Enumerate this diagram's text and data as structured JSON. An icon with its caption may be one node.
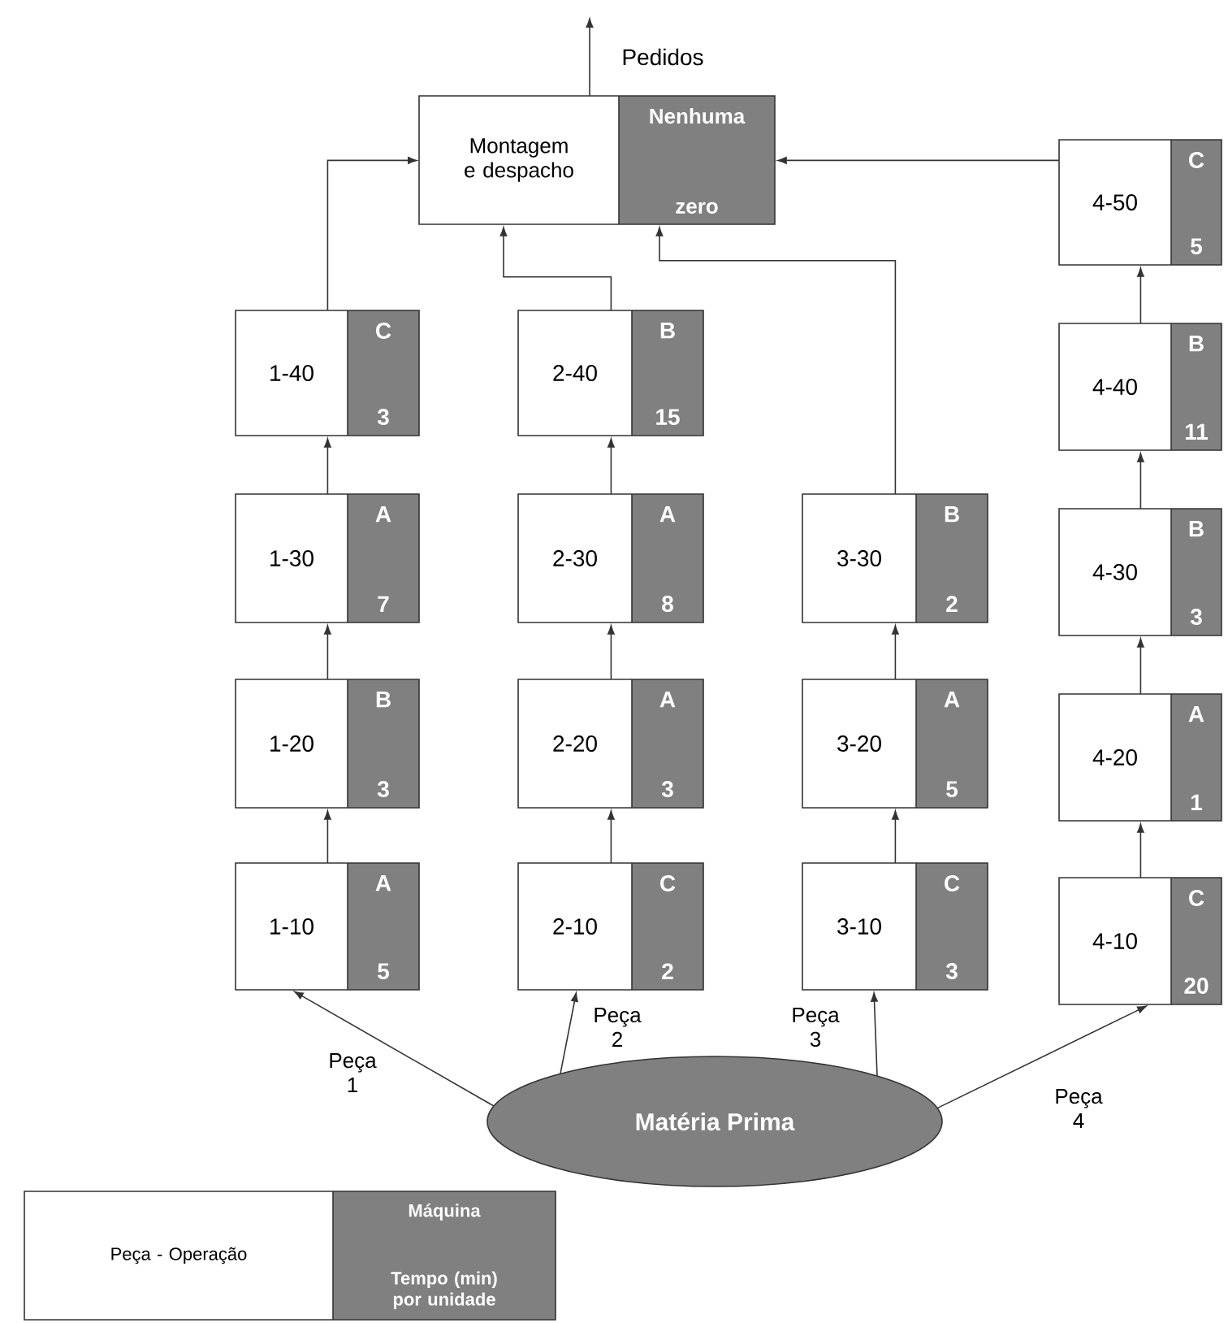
{
  "diagram": {
    "nodes": [
      {
        "text": [
          "Montagem e despacho",
          "Nenhuma",
          "zero"
        ]
      },
      {
        "text": [
          "1-40",
          "C",
          "3"
        ]
      },
      {
        "text": [
          "1-30",
          "A",
          "7"
        ]
      },
      {
        "text": [
          "1-20",
          "B",
          "3"
        ]
      },
      {
        "text": [
          "1-10",
          "A",
          "5"
        ]
      },
      {
        "text": [
          "2-40",
          "B",
          "15"
        ]
      },
      {
        "text": [
          "2-30",
          "A",
          "8"
        ]
      },
      {
        "text": [
          "2-20",
          "A",
          "3"
        ]
      },
      {
        "text": [
          "2-10",
          "C",
          "2"
        ]
      },
      {
        "text": [
          "3-30",
          "B",
          "2"
        ]
      },
      {
        "text": [
          "3-20",
          "A",
          "5"
        ]
      },
      {
        "text": [
          "3-10",
          "C",
          "3"
        ]
      },
      {
        "text": [
          "4-50",
          "C",
          "5"
        ]
      },
      {
        "text": [
          "4-40",
          "B",
          "11"
        ]
      },
      {
        "text": [
          "4-30",
          "B",
          "3"
        ]
      },
      {
        "text": [
          "4-20",
          "A",
          "1"
        ]
      },
      {
        "text": [
          "4-10",
          "C",
          "20"
        ]
      },
      {
        "text": [
          "Matéria Prima"
        ]
      },
      {
        "text": [
          "Peça - Operação",
          "Máquina",
          "Tempo (min) por unidade"
        ]
      }
    ],
    "edges": [
      {
        "from": 4,
        "to": 3,
        "arrow": "to"
      },
      {
        "from": 3,
        "to": 2,
        "arrow": "to"
      },
      {
        "from": 2,
        "to": 1,
        "arrow": "to"
      },
      {
        "from": 1,
        "to": 0,
        "arrow": "to"
      },
      {
        "from": 8,
        "to": 7,
        "arrow": "to"
      },
      {
        "from": 7,
        "to": 6,
        "arrow": "to"
      },
      {
        "from": 6,
        "to": 5,
        "arrow": "to"
      },
      {
        "from": 5,
        "to": 0,
        "arrow": "to"
      },
      {
        "from": 11,
        "to": 10,
        "arrow": "to"
      },
      {
        "from": 10,
        "to": 9,
        "arrow": "to"
      },
      {
        "from": 9,
        "to": 0,
        "arrow": "to"
      },
      {
        "from": 16,
        "to": 15,
        "arrow": "to"
      },
      {
        "from": 15,
        "to": 14,
        "arrow": "to"
      },
      {
        "from": 14,
        "to": 13,
        "arrow": "to"
      },
      {
        "from": 13,
        "to": 12,
        "arrow": "to"
      },
      {
        "from": 12,
        "to": 0,
        "arrow": "to"
      },
      {
        "from": 17,
        "to": 4,
        "arrow": "to",
        "label": "Peça 1"
      },
      {
        "from": 17,
        "to": 8,
        "arrow": "to",
        "label": "Peça 2"
      },
      {
        "from": 17,
        "to": 11,
        "arrow": "to",
        "label": "Peça 3"
      },
      {
        "from": 17,
        "to": 16,
        "arrow": "to",
        "label": "Peça 4"
      },
      {
        "from": 0,
        "to": null,
        "arrow": "to",
        "label": "Pedidos"
      }
    ]
  }
}
